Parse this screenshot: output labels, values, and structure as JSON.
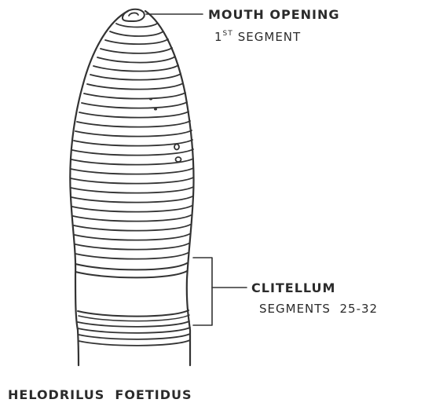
{
  "labels": {
    "mouth": "MOUTH OPENING",
    "first_seg_num": "1",
    "first_seg_sup": "ST",
    "first_seg_text": "SEGMENT",
    "clitellum": "CLITELLUM",
    "clitellum_segments": "SEGMENTS  25-32",
    "species": "HELODRILUS  FOETIDUS"
  },
  "colors": {
    "ink": "#333333",
    "background": "#ffffff"
  }
}
